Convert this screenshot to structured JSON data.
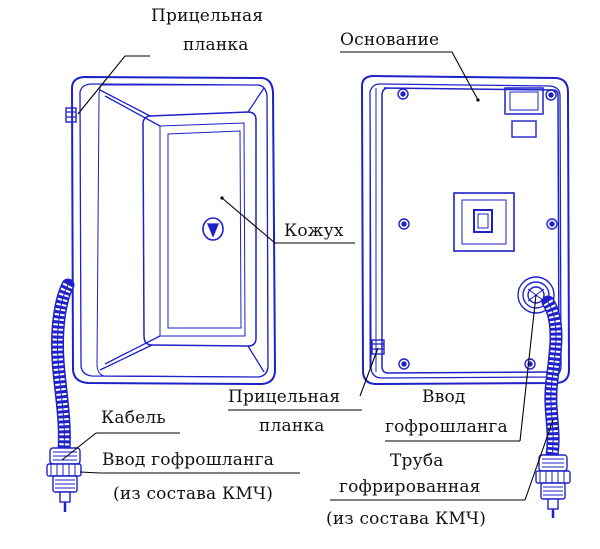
{
  "colors": {
    "drawing": "#1e22c8",
    "leader": "#000000",
    "text": "#111111",
    "background": "#ffffff"
  },
  "labels": {
    "sight_bar_top_line1": "Прицельная",
    "sight_bar_top_line2": "планка",
    "base": "Основание",
    "cover": "Кожух",
    "sight_bar_bottom_line1": "Прицельная",
    "sight_bar_bottom_line2": "планка",
    "conduit_inlet_right_line1": "Ввод",
    "conduit_inlet_right_line2": "гофрошланга",
    "cable": "Кабель",
    "conduit_inlet_left_line1": "Ввод гофрошланга",
    "conduit_inlet_left_line2": "(из состава КМЧ)",
    "corrugated_tube_line1": "Труба",
    "corrugated_tube_line2": "гофрированная",
    "corrugated_tube_line3": "(из состава КМЧ)"
  }
}
